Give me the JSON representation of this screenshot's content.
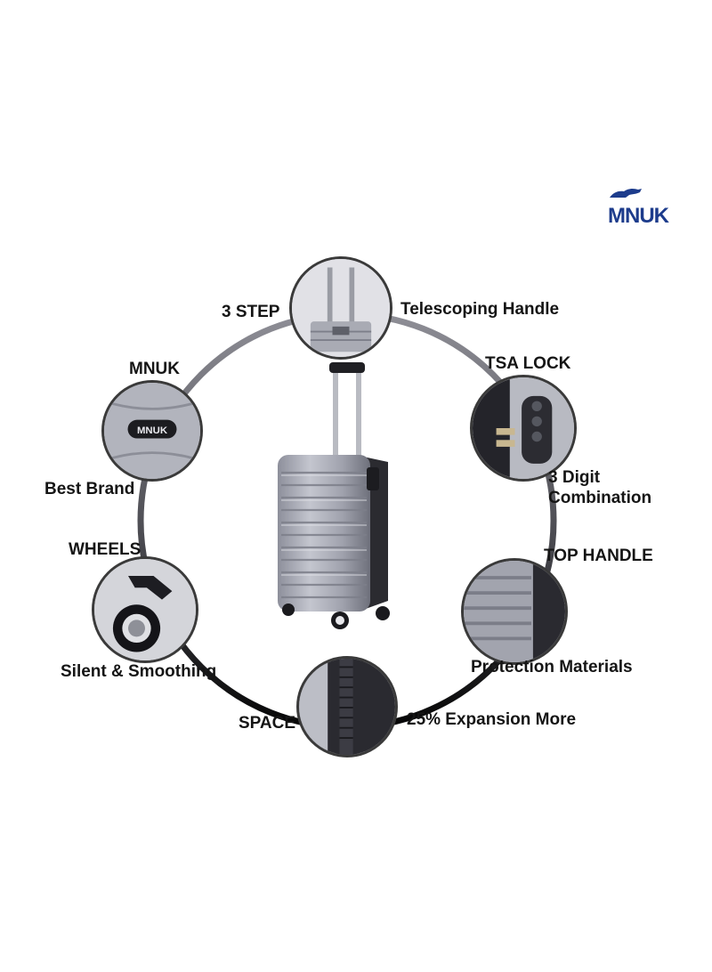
{
  "brand": {
    "logo_text": "MNUK",
    "logo_color": "#1d3c8c",
    "logo_icon": "leopard-icon"
  },
  "features": {
    "handle": {
      "title": "3 STEP",
      "desc": "Telescoping Handle"
    },
    "lock": {
      "title": "TSA LOCK",
      "desc": "3 Digit Combination"
    },
    "top_handle": {
      "title": "TOP HANDLE",
      "desc": "Protection Materials"
    },
    "space": {
      "title": "SPACE",
      "desc": "25% Expansion More"
    },
    "wheels": {
      "title": "WHEELS",
      "desc": "Silent & Smoothing"
    },
    "brand": {
      "title": "MNUK",
      "desc": "Best Brand"
    }
  },
  "badge_text": "MNUK",
  "colors": {
    "ring": "#3c3c40",
    "shell": "#a4a6b0",
    "text": "#151515"
  }
}
